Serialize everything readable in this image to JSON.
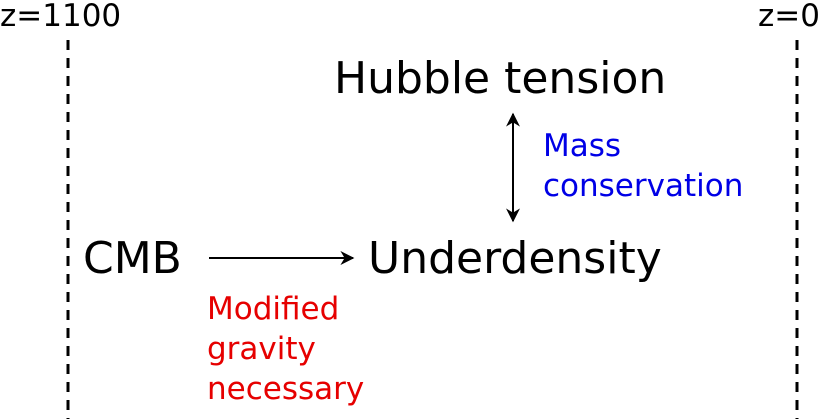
{
  "redshift_labels": {
    "left": "z=1100",
    "right": "z=0"
  },
  "nodes": {
    "hubble": "Hubble tension",
    "cmb": "CMB",
    "underdensity": "Underdensity"
  },
  "annotations": {
    "mass_conservation": {
      "lines": [
        "Mass",
        "conservation"
      ],
      "color": "#0000e6"
    },
    "modified_gravity": {
      "lines": [
        "Modified",
        "gravity",
        "necessary"
      ],
      "color": "#e60000"
    }
  },
  "edges": [
    {
      "from": "cmb",
      "to": "underdensity",
      "style": "single-arrow"
    },
    {
      "from": "hubble",
      "to": "underdensity",
      "style": "double-arrow"
    }
  ]
}
